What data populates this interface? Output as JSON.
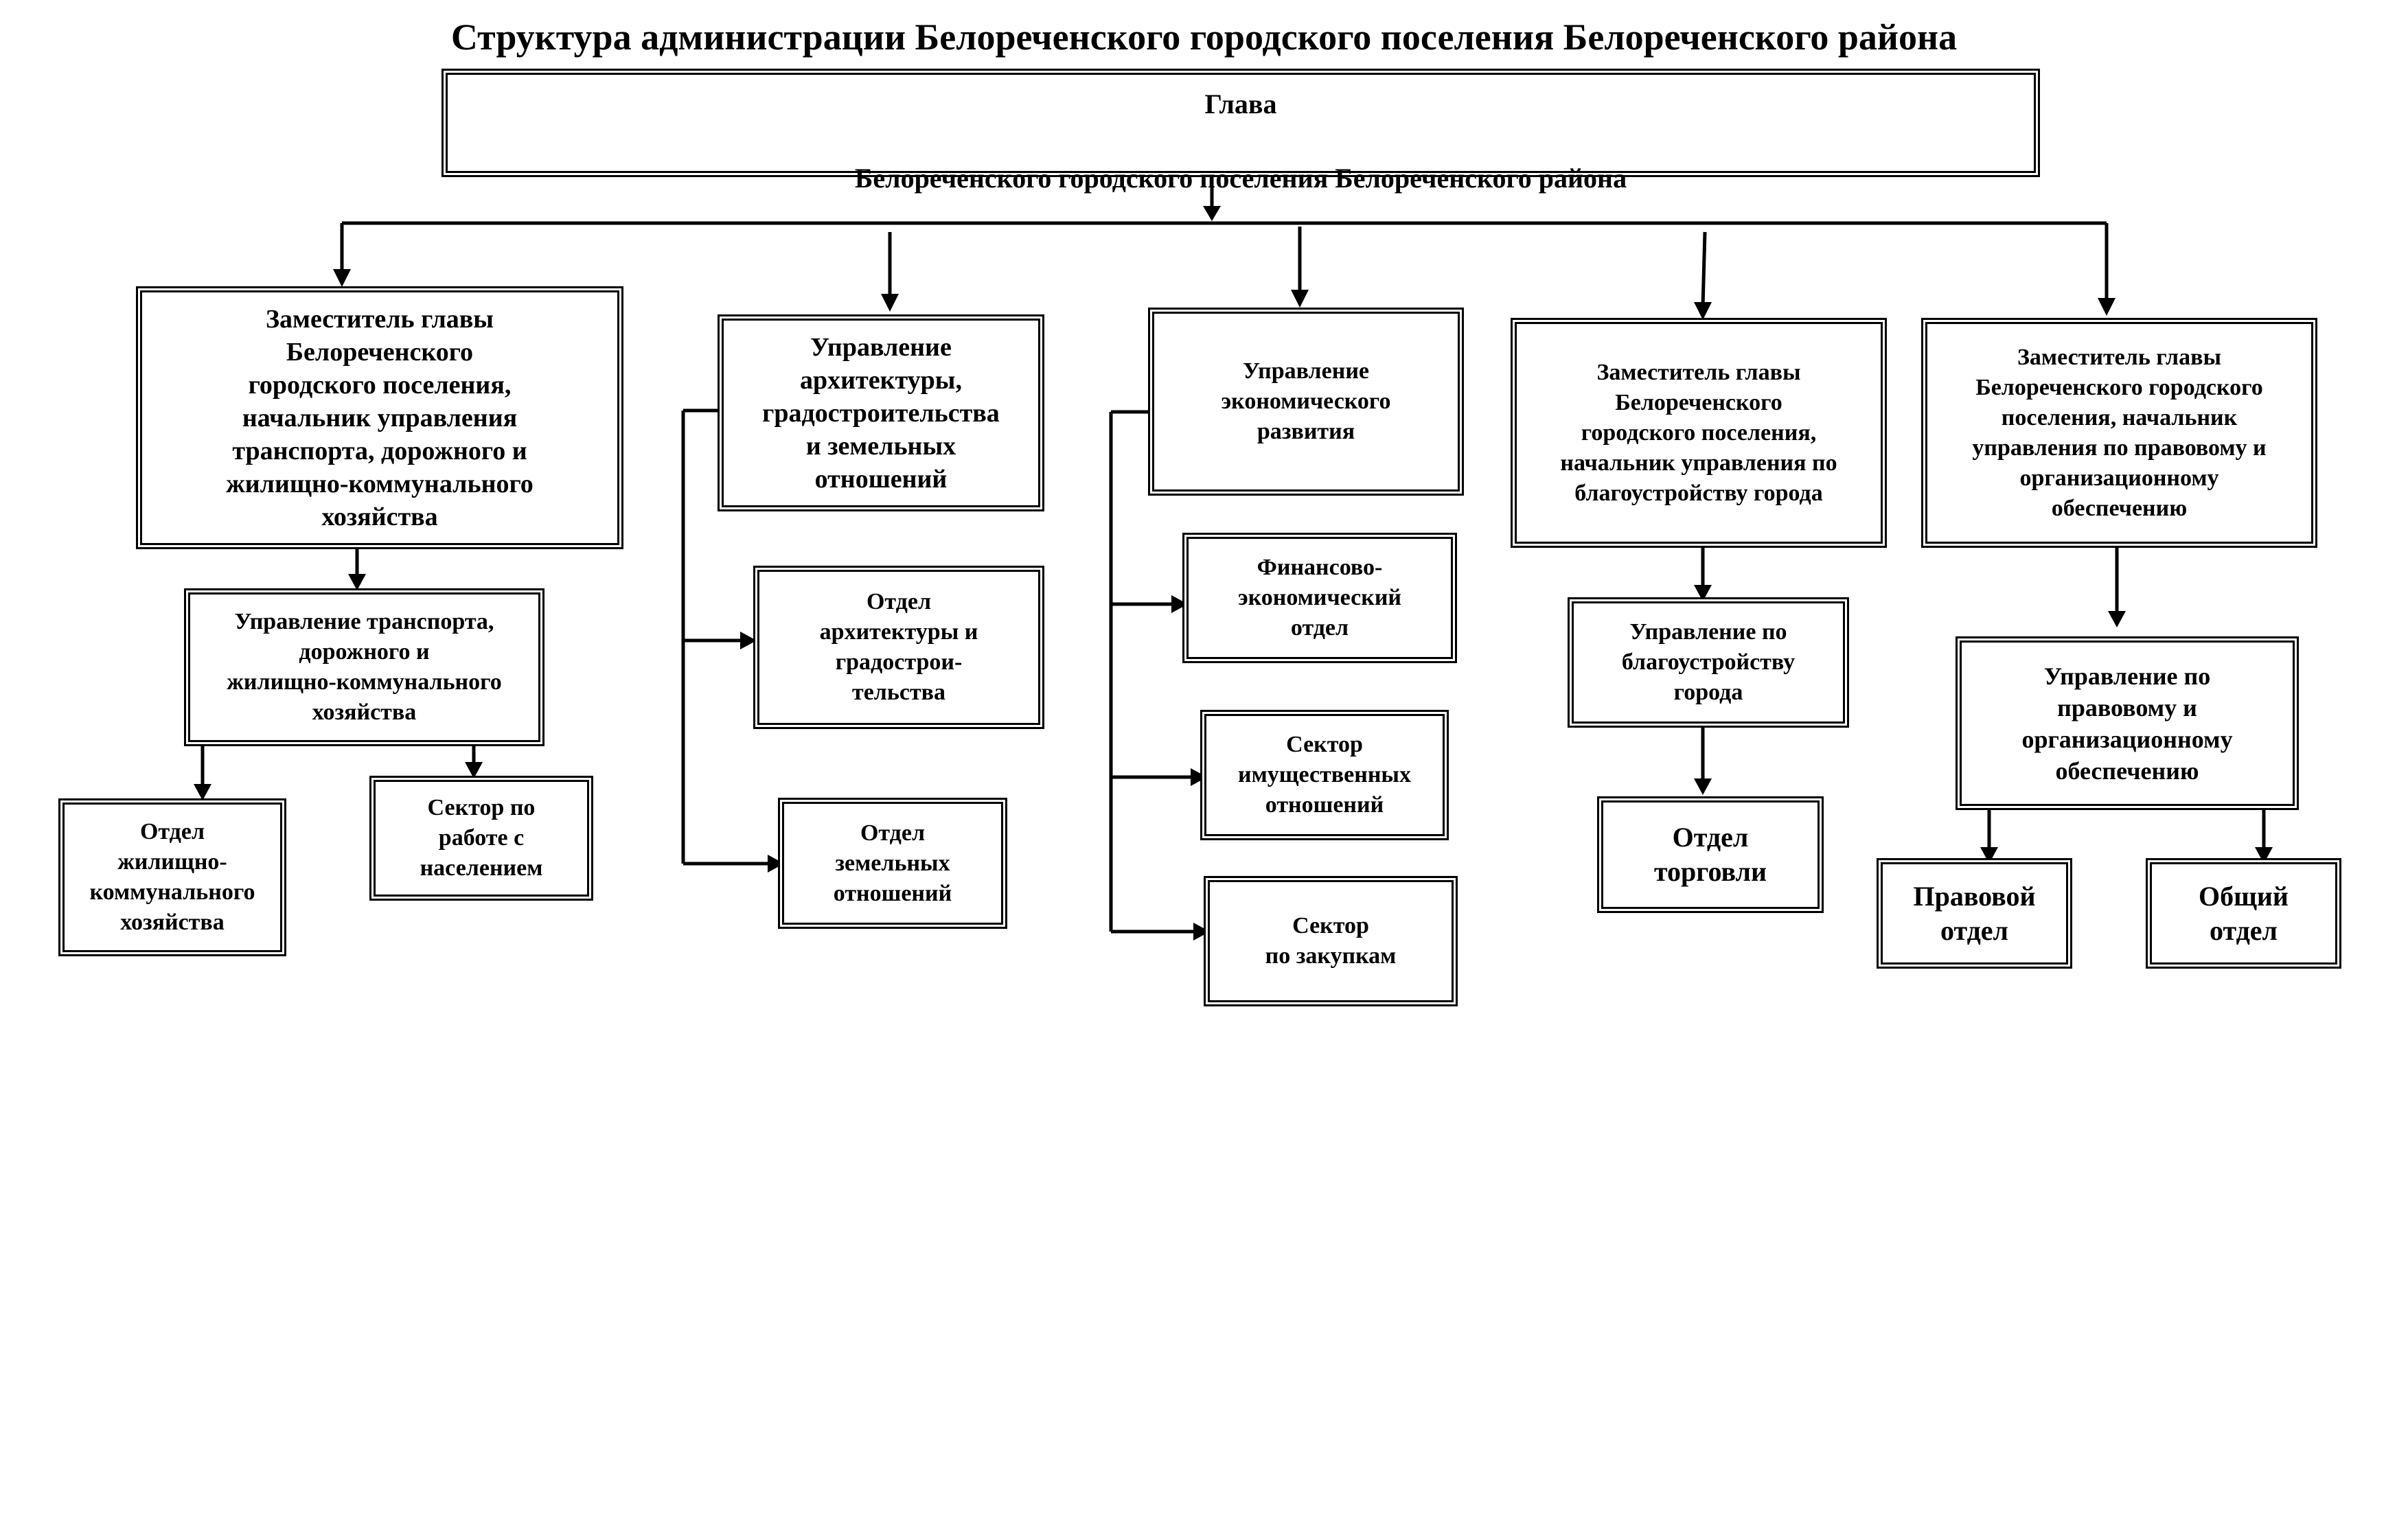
{
  "title": "Структура администрации Белореченского городского поселения Белореченского района",
  "head": {
    "line1": "Глава",
    "line2": "Белореченского городского поселения Белореченского района"
  },
  "col1": {
    "deputy": "Заместитель главы\nБелореченского\nгородского поселения,\nначальник управления\nтранспорта, дорожного и\nжилищно-коммунального\nхозяйства",
    "directorate": "Управление транспорта,\nдорожного и\nжилищно-коммунального\nхозяйства",
    "dept_housing": "Отдел\nжилищно-\nкоммунального\nхозяйства",
    "sector_population": "Сектор по\nработе с\nнаселением"
  },
  "col2": {
    "directorate": "Управление\nархитектуры,\nградостроительства\nи земельных\nотношений",
    "dept_architecture": "Отдел\nархитектуры и\nградострои-\nтельства",
    "dept_land": "Отдел\nземельных\nотношений"
  },
  "col3": {
    "directorate": "Управление\nэкономического\nразвития",
    "dept_finance": "Финансово-\nэкономический\nотдел",
    "sector_property": "Сектор\nимущественных\nотношений",
    "sector_procurement": "Сектор\nпо закупкам"
  },
  "col4": {
    "deputy": "Заместитель главы\nБелореченского\nгородского поселения,\nначальник управления по\nблагоустройству города",
    "directorate": "Управление по\nблагоустройству\nгорода",
    "dept_trade": "Отдел\nторговли"
  },
  "col5": {
    "deputy": "Заместитель главы\nБелореченского городского\nпоселения, начальник\nуправления по правовому и\nорганизационному\nобеспечению",
    "directorate": "Управление по\nправовому и\nорганизационному\nобеспечению",
    "dept_legal": "Правовой\nотдел",
    "dept_general": "Общий\nотдел"
  }
}
